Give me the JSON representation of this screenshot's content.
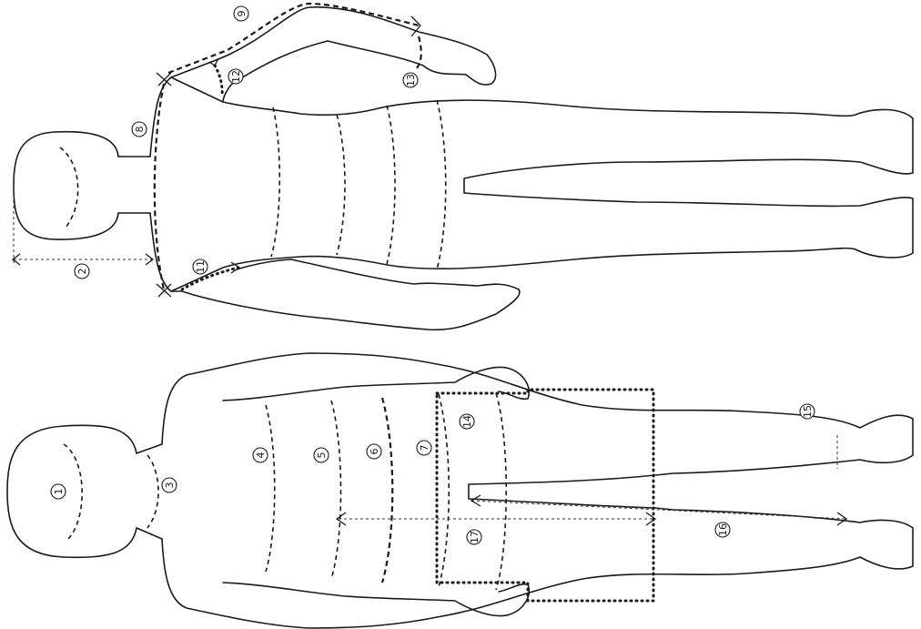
{
  "diagram": {
    "labels": [
      {
        "id": "1",
        "text": "1"
      },
      {
        "id": "2",
        "text": "2"
      },
      {
        "id": "3",
        "text": "3"
      },
      {
        "id": "4",
        "text": "4"
      },
      {
        "id": "5",
        "text": "5"
      },
      {
        "id": "6",
        "text": "6"
      },
      {
        "id": "7",
        "text": "7"
      },
      {
        "id": "8",
        "text": "8"
      },
      {
        "id": "9",
        "text": "9"
      },
      {
        "id": "11",
        "text": "11"
      },
      {
        "id": "12",
        "text": "12"
      },
      {
        "id": "13",
        "text": "13"
      },
      {
        "id": "14",
        "text": "14"
      },
      {
        "id": "15",
        "text": "15"
      },
      {
        "id": "16",
        "text": "16"
      },
      {
        "id": "17",
        "text": "17"
      }
    ]
  }
}
